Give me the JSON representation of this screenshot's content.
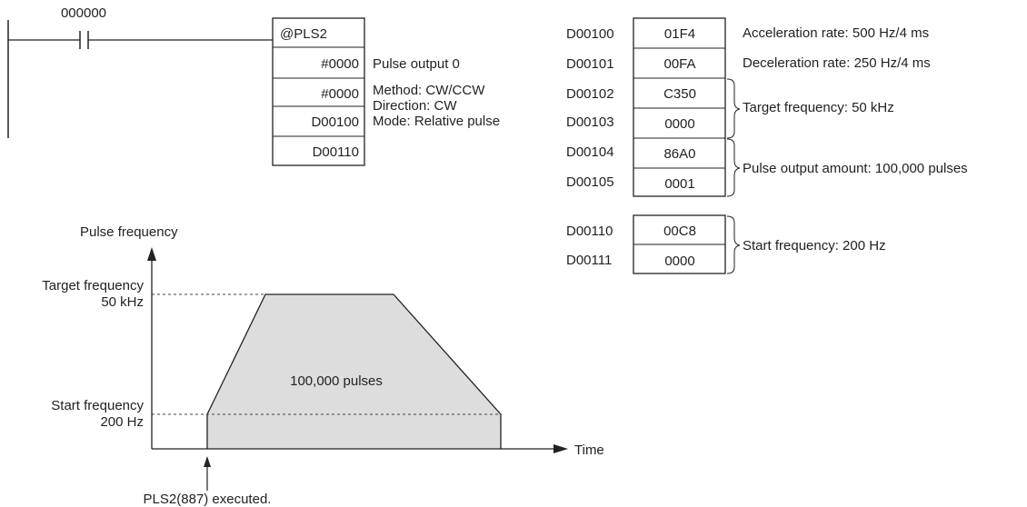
{
  "ladder": {
    "contact_address": "000000",
    "instruction": "@PLS2",
    "operands": [
      "#0000",
      "#0000",
      "D00100",
      "D00110"
    ],
    "notes": [
      "Pulse output 0",
      "Method: CW/CCW",
      "Direction: CW",
      "Mode: Relative pulse"
    ]
  },
  "registers": {
    "group1": [
      {
        "address": "D00100",
        "value": "01F4"
      },
      {
        "address": "D00101",
        "value": "00FA"
      },
      {
        "address": "D00102",
        "value": "C350"
      },
      {
        "address": "D00103",
        "value": "0000"
      },
      {
        "address": "D00104",
        "value": "86A0"
      },
      {
        "address": "D00105",
        "value": "0001"
      }
    ],
    "group1_notes": [
      "Acceleration rate: 500 Hz/4 ms",
      "Deceleration rate: 250 Hz/4 ms",
      "Target frequency: 50 kHz",
      "Pulse output amount: 100,000 pulses"
    ],
    "group2": [
      {
        "address": "D00110",
        "value": "00C8"
      },
      {
        "address": "D00111",
        "value": "0000"
      }
    ],
    "group2_note": "Start frequency: 200 Hz"
  },
  "profile": {
    "y_axis_label": "Pulse frequency",
    "x_axis_label": "Time",
    "target_label_1": "Target frequency",
    "target_label_2": "50 kHz",
    "start_label_1": "Start frequency",
    "start_label_2": "200 Hz",
    "area_label": "100,000 pulses",
    "trigger_label": "PLS2(887) executed."
  },
  "colors": {
    "line": "#222222",
    "fill": "#dddddd",
    "dashed": "#444444"
  }
}
